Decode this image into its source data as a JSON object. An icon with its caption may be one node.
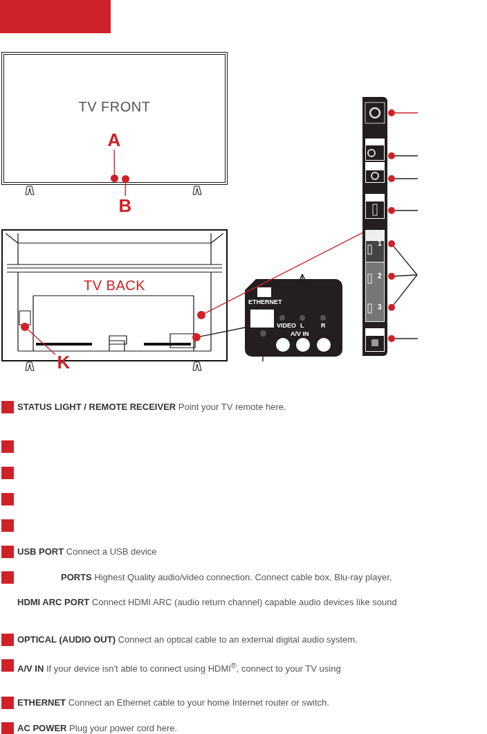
{
  "diagram": {
    "nodes": [
      {
        "text": [
          "TV FRONT"
        ]
      },
      {
        "text": [
          "A"
        ],
        "in": 0
      },
      {
        "text": [],
        "shape": "circle",
        "in": 0
      },
      {
        "text": [
          "B"
        ]
      },
      {
        "text": [],
        "shape": "circle",
        "in": 0
      },
      {
        "text": [
          "TV BACK"
        ]
      },
      {
        "text": [],
        "shape": "circle",
        "in": 5
      },
      {
        "text": [
          "K"
        ]
      },
      {
        "text": [],
        "shape": "circle",
        "in": 5
      },
      {
        "text": [],
        "shape": "circle",
        "in": 5
      },
      {
        "text": [],
        "shape": "picture"
      },
      {
        "text": [],
        "shape": "circle"
      },
      {
        "text": [],
        "shape": "circle"
      },
      {
        "text": [],
        "shape": "circle"
      },
      {
        "text": [],
        "shape": "circle"
      },
      {
        "text": [],
        "shape": "circle"
      },
      {
        "text": [],
        "shape": "circle"
      },
      {
        "text": [],
        "shape": "circle"
      },
      {
        "text": [],
        "shape": "circle"
      },
      {
        "text": [],
        "shape": "picture"
      },
      {
        "text": [],
        "shape": "circle",
        "in": 19
      },
      {
        "text": [],
        "shape": "circle",
        "in": 19
      },
      {
        "text": [],
        "shape": "circle",
        "in": 19
      },
      {
        "text": [],
        "shape": "circle",
        "in": 19
      }
    ],
    "edges": [
      {
        "from": 1,
        "to": 2,
        "arrow": "none",
        "color": "#cf2128"
      },
      {
        "from": 3,
        "to": 4,
        "arrow": "none",
        "color": "#cf2128"
      },
      {
        "from": 7,
        "to": 6,
        "arrow": "none",
        "color": "#cf2128"
      },
      {
        "from": 8,
        "to": 10,
        "arrow": "none",
        "color": "#cf2128"
      },
      {
        "from": 9,
        "to": 19,
        "arrow": "none"
      },
      {
        "from": 11,
        "to": null,
        "arrow": "none",
        "color": "#cf2128"
      },
      {
        "from": 12,
        "to": null,
        "arrow": "none"
      },
      {
        "from": 13,
        "to": null,
        "arrow": "none"
      },
      {
        "from": 14,
        "to": null,
        "arrow": "none"
      },
      {
        "from": 15,
        "to": null,
        "arrow": "none"
      },
      {
        "from": 16,
        "to": null,
        "arrow": "none"
      },
      {
        "from": 17,
        "to": null,
        "arrow": "none"
      },
      {
        "from": 18,
        "to": null,
        "arrow": "none"
      },
      {
        "from": null,
        "to": 20,
        "arrow": "none"
      },
      {
        "from": null,
        "to": 21,
        "arrow": "none"
      },
      {
        "from": null,
        "to": 22,
        "arrow": "none"
      },
      {
        "from": 23,
        "to": null,
        "arrow": "none"
      }
    ],
    "labels": [
      "1",
      "2",
      "3",
      "ETHERNET",
      "VIDEO",
      "L",
      "R",
      "A/V IN",
      "**STATUS LIGHT / REMOTE RECEIVER** Point your TV remote here.",
      "**USB PORT** Connect a USB device",
      "**PORTS** Highest Quality audio/video connection. Connect cable box, Blu-ray player,",
      "**HDMI ARC PORT** Connect HDMI ARC (audio return channel) capable audio devices like sound",
      "**OPTICAL (AUDIO OUT)** Connect an optical cable to an external digital audio system.",
      "**A/V IN** If your device isn't able to connect using HDMI$^{®}$, connect to your TV using",
      "**ETHERNET** Connect an Ethernet cable to your home Internet router or switch.",
      "**AC POWER** Plug your power cord here."
    ]
  }
}
